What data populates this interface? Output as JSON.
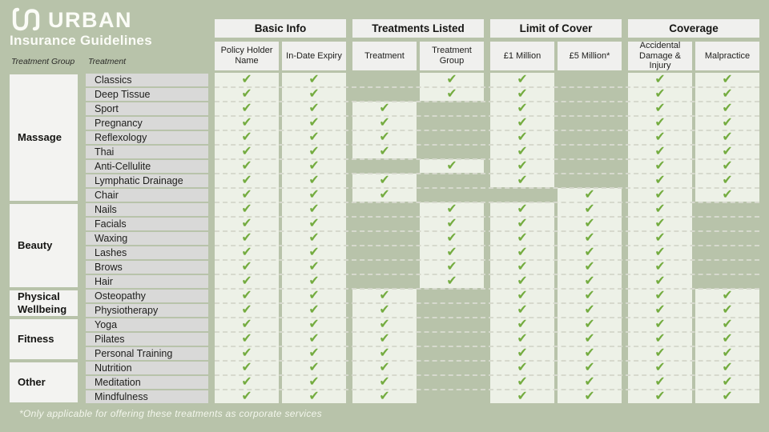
{
  "brand": {
    "name": "URBAN",
    "subtitle": "Insurance Guidelines"
  },
  "axis_labels": {
    "group": "Treatment Group",
    "treatment": "Treatment"
  },
  "column_groups": [
    {
      "label": "Basic Info",
      "columns": [
        "Policy Holder Name",
        "In-Date Expiry"
      ]
    },
    {
      "label": "Treatments Listed",
      "columns": [
        "Treatment",
        "Treatment Group"
      ]
    },
    {
      "label": "Limit of Cover",
      "columns": [
        "£1 Million",
        "£5 Million*"
      ]
    },
    {
      "label": "Coverage",
      "columns": [
        "Accidental Damage & Injury",
        "Malpractice"
      ]
    }
  ],
  "treatment_groups": [
    {
      "label": "Massage",
      "treatments": [
        "Classics",
        "Deep Tissue",
        "Sport",
        "Pregnancy",
        "Reflexology",
        "Thai",
        "Anti-Cellulite",
        "Lymphatic Drainage",
        "Chair"
      ]
    },
    {
      "label": "Beauty",
      "treatments": [
        "Nails",
        "Facials",
        "Waxing",
        "Lashes",
        "Brows",
        "Hair"
      ]
    },
    {
      "label": "Physical Wellbeing",
      "treatments": [
        "Osteopathy",
        "Physiotherapy"
      ]
    },
    {
      "label": "Fitness",
      "treatments": [
        "Yoga",
        "Pilates",
        "Personal Training"
      ]
    },
    {
      "label": "Other",
      "treatments": [
        "Nutrition",
        "Meditation",
        "Mindfulness"
      ]
    }
  ],
  "check_matrix": {
    "columns": [
      "Policy Holder Name",
      "In-Date Expiry",
      "Treatment",
      "Treatment Group",
      "£1 Million",
      "£5 Million*",
      "Accidental Damage & Injury",
      "Malpractice"
    ],
    "rows": [
      {
        "treatment": "Classics",
        "checks": [
          1,
          1,
          0,
          1,
          1,
          0,
          1,
          1
        ]
      },
      {
        "treatment": "Deep Tissue",
        "checks": [
          1,
          1,
          0,
          1,
          1,
          0,
          1,
          1
        ]
      },
      {
        "treatment": "Sport",
        "checks": [
          1,
          1,
          1,
          0,
          1,
          0,
          1,
          1
        ]
      },
      {
        "treatment": "Pregnancy",
        "checks": [
          1,
          1,
          1,
          0,
          1,
          0,
          1,
          1
        ]
      },
      {
        "treatment": "Reflexology",
        "checks": [
          1,
          1,
          1,
          0,
          1,
          0,
          1,
          1
        ]
      },
      {
        "treatment": "Thai",
        "checks": [
          1,
          1,
          1,
          0,
          1,
          0,
          1,
          1
        ]
      },
      {
        "treatment": "Anti-Cellulite",
        "checks": [
          1,
          1,
          0,
          1,
          1,
          0,
          1,
          1
        ]
      },
      {
        "treatment": "Lymphatic Drainage",
        "checks": [
          1,
          1,
          1,
          0,
          1,
          0,
          1,
          1
        ]
      },
      {
        "treatment": "Chair",
        "checks": [
          1,
          1,
          1,
          0,
          0,
          1,
          1,
          1
        ]
      },
      {
        "treatment": "Nails",
        "checks": [
          1,
          1,
          0,
          1,
          1,
          1,
          1,
          0
        ]
      },
      {
        "treatment": "Facials",
        "checks": [
          1,
          1,
          0,
          1,
          1,
          1,
          1,
          0
        ]
      },
      {
        "treatment": "Waxing",
        "checks": [
          1,
          1,
          0,
          1,
          1,
          1,
          1,
          0
        ]
      },
      {
        "treatment": "Lashes",
        "checks": [
          1,
          1,
          0,
          1,
          1,
          1,
          1,
          0
        ]
      },
      {
        "treatment": "Brows",
        "checks": [
          1,
          1,
          0,
          1,
          1,
          1,
          1,
          0
        ]
      },
      {
        "treatment": "Hair",
        "checks": [
          1,
          1,
          0,
          1,
          1,
          1,
          1,
          0
        ]
      },
      {
        "treatment": "Osteopathy",
        "checks": [
          1,
          1,
          1,
          0,
          1,
          1,
          1,
          1
        ]
      },
      {
        "treatment": "Physiotherapy",
        "checks": [
          1,
          1,
          1,
          0,
          1,
          1,
          1,
          1
        ]
      },
      {
        "treatment": "Yoga",
        "checks": [
          1,
          1,
          1,
          0,
          1,
          1,
          1,
          1
        ]
      },
      {
        "treatment": "Pilates",
        "checks": [
          1,
          1,
          1,
          0,
          1,
          1,
          1,
          1
        ]
      },
      {
        "treatment": "Personal Training",
        "checks": [
          1,
          1,
          1,
          0,
          1,
          1,
          1,
          1
        ]
      },
      {
        "treatment": "Nutrition",
        "checks": [
          1,
          1,
          1,
          0,
          1,
          1,
          1,
          1
        ]
      },
      {
        "treatment": "Meditation",
        "checks": [
          1,
          1,
          1,
          0,
          1,
          1,
          1,
          1
        ]
      },
      {
        "treatment": "Mindfulness",
        "checks": [
          1,
          1,
          1,
          0,
          1,
          1,
          1,
          1
        ]
      }
    ]
  },
  "footnote": "*Only applicable for offering these treatments as corporate services",
  "icons": {
    "logo": "urban-interlocked-u-icon",
    "check": "✔"
  },
  "colors": {
    "background": "#b8c3aa",
    "panel": "#edf1e7",
    "header_box": "#f0f0ee",
    "row_label_box": "#d9d9d8",
    "group_box": "#f3f3f1",
    "check_green": "#74ac40",
    "dash": "#d6d9cd",
    "text_dark": "#1d1d1b",
    "text_light": "#fbfcf7"
  }
}
